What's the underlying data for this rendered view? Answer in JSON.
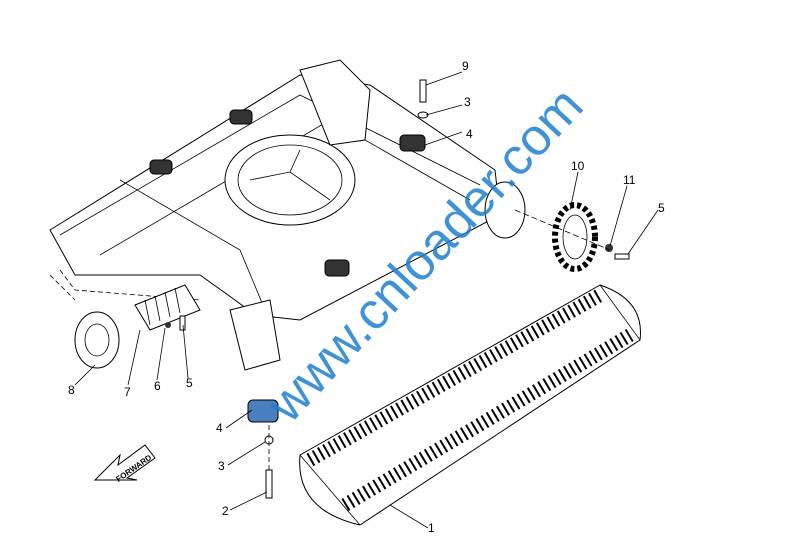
{
  "diagram": {
    "watermark": "www.cnloader.com",
    "direction_arrow": "FORWARD",
    "callouts": [
      {
        "id": "top-9",
        "label": "9"
      },
      {
        "id": "top-3",
        "label": "3"
      },
      {
        "id": "top-4",
        "label": "4"
      },
      {
        "id": "right-10",
        "label": "10"
      },
      {
        "id": "right-11",
        "label": "11"
      },
      {
        "id": "right-5",
        "label": "5"
      },
      {
        "id": "left-8",
        "label": "8"
      },
      {
        "id": "left-7",
        "label": "7"
      },
      {
        "id": "left-6",
        "label": "6"
      },
      {
        "id": "left-5",
        "label": "5"
      },
      {
        "id": "bottom-4",
        "label": "4"
      },
      {
        "id": "bottom-3",
        "label": "3"
      },
      {
        "id": "bottom-2",
        "label": "2"
      },
      {
        "id": "bottom-1",
        "label": "1"
      }
    ]
  }
}
